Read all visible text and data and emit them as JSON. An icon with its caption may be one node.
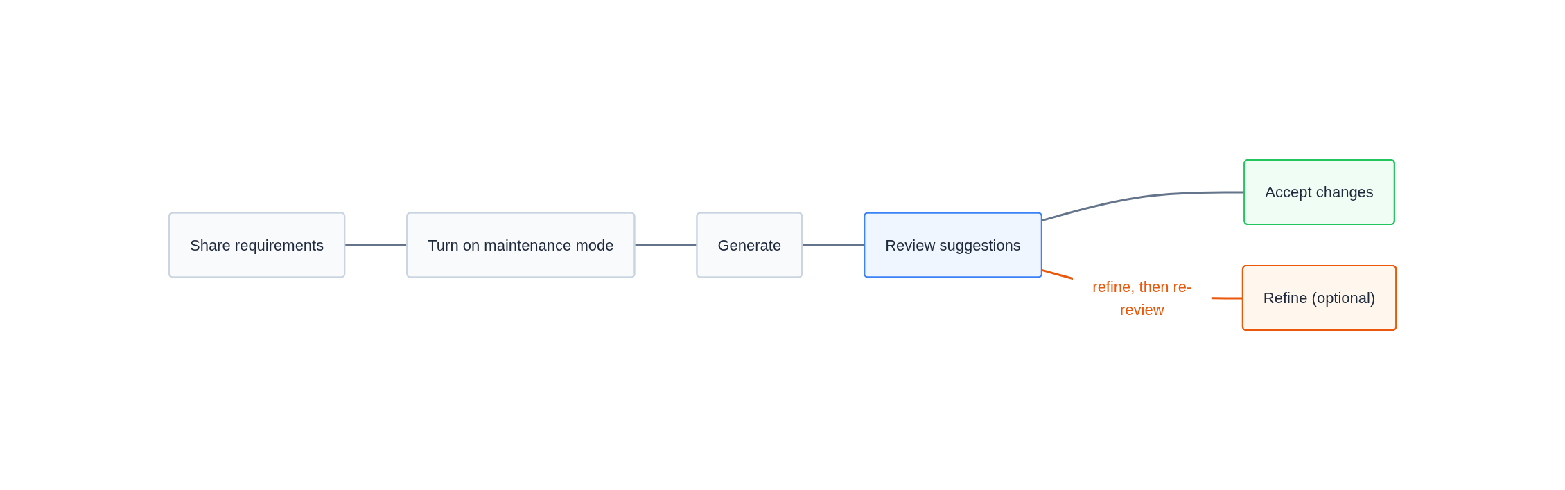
{
  "diagram": {
    "nodes": [
      {
        "text": [
          "Share requirements"
        ]
      },
      {
        "text": [
          "Turn on maintenance mode"
        ]
      },
      {
        "text": [
          "Generate"
        ]
      },
      {
        "text": [
          "Review suggestions"
        ]
      },
      {
        "text": [
          "Accept changes"
        ]
      },
      {
        "text": [
          "Refine (optional)"
        ]
      }
    ],
    "edges": [
      {
        "from": 0,
        "to": 1,
        "arrow": "none"
      },
      {
        "from": 1,
        "to": 2,
        "arrow": "none"
      },
      {
        "from": 2,
        "to": 3,
        "arrow": "none"
      },
      {
        "from": 3,
        "to": 4,
        "arrow": "none"
      },
      {
        "from": 3,
        "to": 5,
        "arrow": "none",
        "label": "refine, then re-review",
        "color": "#ea580c"
      }
    ]
  }
}
